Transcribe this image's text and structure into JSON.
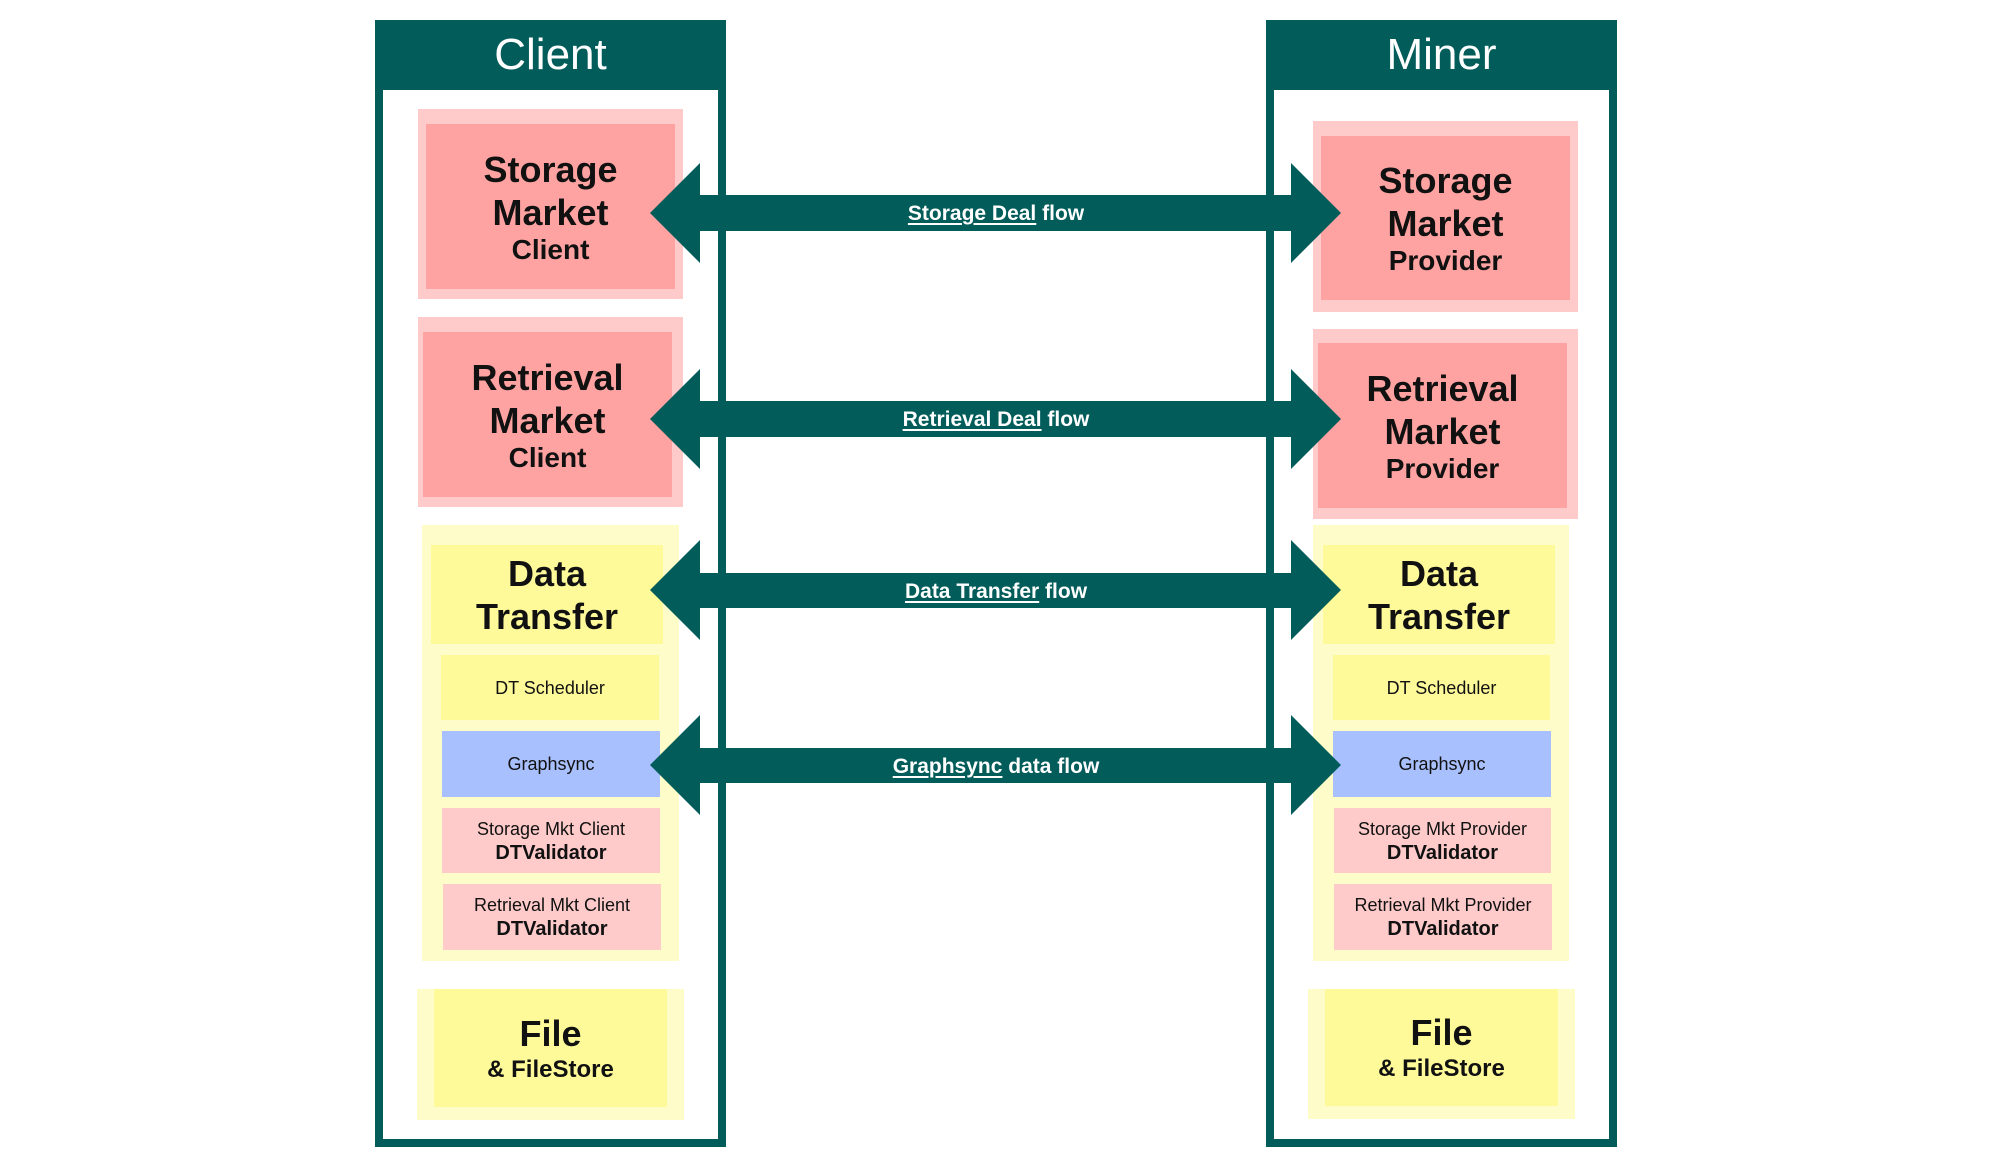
{
  "colors": {
    "frame": "#025c5a",
    "market_outer": "#fecaca",
    "market_inner": "#fea3a1",
    "yellow_outer": "#fefcc8",
    "yellow_inner": "#fefa9a",
    "graphsync": "#a9c0fe",
    "validator": "#fecaca",
    "label_text": "#ffffff"
  },
  "client": {
    "title": "Client",
    "storage_market": {
      "line1": "Storage",
      "line2": "Market",
      "role": "Client"
    },
    "retrieval_market": {
      "line1": "Retrieval",
      "line2": "Market",
      "role": "Client"
    },
    "data_transfer": {
      "line1": "Data",
      "line2": "Transfer",
      "scheduler": "DT Scheduler",
      "graphsync": "Graphsync",
      "storage_validator": {
        "line1": "Storage Mkt Client",
        "line2": "DTValidator"
      },
      "retrieval_validator": {
        "line1": "Retrieval Mkt Client",
        "line2": "DTValidator"
      }
    },
    "file": {
      "line1": "File",
      "line2": "& FileStore"
    }
  },
  "miner": {
    "title": "Miner",
    "storage_market": {
      "line1": "Storage",
      "line2": "Market",
      "role": "Provider"
    },
    "retrieval_market": {
      "line1": "Retrieval",
      "line2": "Market",
      "role": "Provider"
    },
    "data_transfer": {
      "line1": "Data",
      "line2": "Transfer",
      "scheduler": "DT Scheduler",
      "graphsync": "Graphsync",
      "storage_validator": {
        "line1": "Storage Mkt Provider",
        "line2": "DTValidator"
      },
      "retrieval_validator": {
        "line1": "Retrieval Mkt Provider",
        "line2": "DTValidator"
      }
    },
    "file": {
      "line1": "File",
      "line2": "& FileStore"
    }
  },
  "flows": [
    {
      "underlined": "Storage Deal",
      "rest": " flow",
      "direction": "bidirectional",
      "from": "Storage Market Client",
      "to": "Storage Market Provider"
    },
    {
      "underlined": "Retrieval Deal",
      "rest": " flow",
      "direction": "bidirectional",
      "from": "Retrieval Market Client",
      "to": "Retrieval Market Provider"
    },
    {
      "underlined": "Data Transfer",
      "rest": " flow",
      "direction": "bidirectional",
      "from": "Data Transfer (Client)",
      "to": "Data Transfer (Miner)"
    },
    {
      "underlined": "Graphsync",
      "rest": " data flow",
      "direction": "bidirectional",
      "from": "Graphsync (Client)",
      "to": "Graphsync (Miner)"
    }
  ]
}
